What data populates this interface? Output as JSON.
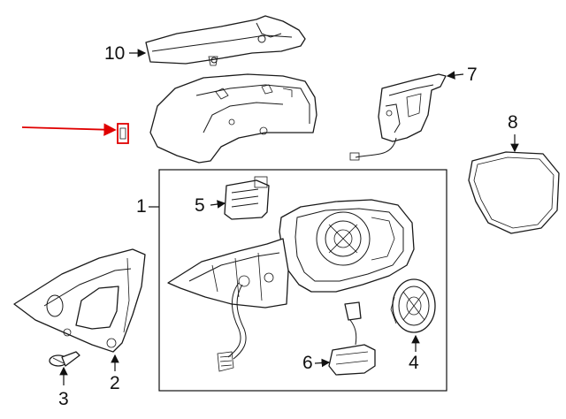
{
  "diagram": {
    "callouts": {
      "c1": "1",
      "c2": "2",
      "c3": "3",
      "c4": "4",
      "c5": "5",
      "c6": "6",
      "c7": "7",
      "c8": "8",
      "c10": "10"
    },
    "highlight_color": "#e00000",
    "line_color": "#1a1a1a"
  }
}
